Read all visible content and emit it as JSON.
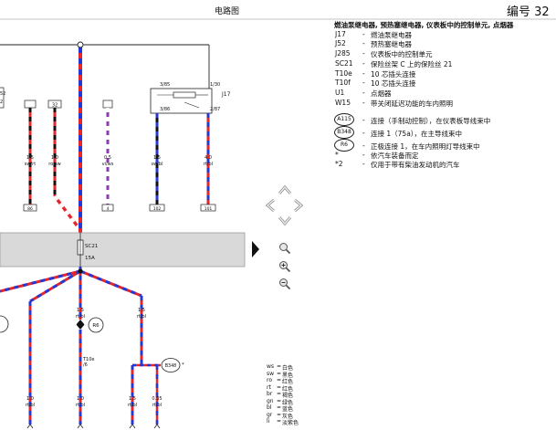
{
  "header": {
    "title": "电路图",
    "code": "编号 32"
  },
  "colors": {
    "rt": "#e3262b",
    "ro": "#e3262b",
    "bl": "#2438d6",
    "sw": "#111111",
    "ws": "#ffffff",
    "vi": "#8a3db0",
    "fuse_band": "#d9d9d9",
    "control": "#9a9a9a"
  },
  "diagram": {
    "left_labels": [
      "52",
      "2"
    ],
    "relay": {
      "name": "J17",
      "pin_85": "3/85",
      "pin_30": "1/30",
      "pin_86": "3/86",
      "pin_87": "2/87"
    },
    "top_terminal": "32",
    "upper_wires": [
      {
        "size": "1.5",
        "color": "sw/rt"
      },
      {
        "size": "1.0",
        "color": "ro/sw"
      },
      {
        "size": "0.5",
        "color": "vi/ws"
      },
      {
        "size": "1.5",
        "color": "sw/bl"
      },
      {
        "size": "4.0",
        "color": "rt/bl"
      }
    ],
    "bottom_terminals": [
      "86",
      "4",
      "102",
      "101"
    ],
    "fuse": {
      "name": "SC21",
      "rating": "15A"
    },
    "middle_wires": [
      {
        "size": "1.5",
        "color": "rt/bl"
      },
      {
        "size": "1.5",
        "color": "rt/bl"
      }
    ],
    "r6": "R6",
    "t10e": {
      "name": "T10e",
      "pin": "/6"
    },
    "b348": {
      "name": "B348",
      "note": "*"
    },
    "lower_wires": [
      {
        "size": "1.0",
        "color": "rt/bl"
      },
      {
        "size": "1.0",
        "color": "rt/bl"
      },
      {
        "size": "1.5",
        "color": "rt/bl"
      },
      {
        "size": "0.35",
        "color": "rt/bl"
      }
    ]
  },
  "components": {
    "title": "燃油泵继电器, 预热塞继电器, 仪表板中的控制单元, 点烟器",
    "items": [
      {
        "code": "J17",
        "sep": "-",
        "desc": "燃油泵继电器"
      },
      {
        "code": "J52",
        "sep": "-",
        "desc": "预热塞继电器"
      },
      {
        "code": "J285",
        "sep": "-",
        "desc": "仪表板中的控制单元"
      },
      {
        "code": "SC21",
        "sep": "-",
        "desc": "保险丝架 C 上的保险丝 21"
      },
      {
        "code": "T10e",
        "sep": "-",
        "desc": "10 芯插头连接"
      },
      {
        "code": "T10f",
        "sep": "-",
        "desc": "10 芯插头连接"
      },
      {
        "code": "U1",
        "sep": "-",
        "desc": "点烟器"
      },
      {
        "code": "W15",
        "sep": "-",
        "desc": "带关闭延迟功能的车内照明"
      }
    ],
    "connections": [
      {
        "code": "A115",
        "sep": "-",
        "desc": "连接（手制动控制），在仪表板导线束中"
      },
      {
        "code": "B348",
        "sep": "-",
        "desc": "连接 1（75a），在主导线束中"
      },
      {
        "code": "R6",
        "sep": "-",
        "desc": "正极连接 1，在车内照明灯导线束中"
      }
    ],
    "notes": [
      {
        "code": "*",
        "sep": "-",
        "desc": "依汽车装备而定"
      },
      {
        "code": "*2",
        "sep": "-",
        "desc": "仅用于带有柴油发动机的汽车"
      }
    ]
  },
  "color_codes": [
    {
      "code": "ws",
      "sep": "=",
      "desc": "白色"
    },
    {
      "code": "sw",
      "sep": "=",
      "desc": "黑色"
    },
    {
      "code": "ro",
      "sep": "=",
      "desc": "红色"
    },
    {
      "code": "rt",
      "sep": "=",
      "desc": "红色"
    },
    {
      "code": "br",
      "sep": "=",
      "desc": "褐色"
    },
    {
      "code": "gn",
      "sep": "=",
      "desc": "绿色"
    },
    {
      "code": "bl",
      "sep": "=",
      "desc": "蓝色"
    },
    {
      "code": "gr",
      "sep": "=",
      "desc": "灰色"
    },
    {
      "code": "li",
      "sep": "=",
      "desc": "淡紫色"
    }
  ],
  "controls": {
    "pan_icons": [
      "pan-up-icon",
      "pan-left-icon",
      "pan-right-icon",
      "pan-down-icon"
    ],
    "zoom_icons": [
      "zoom-icon",
      "zoom-in-icon",
      "zoom-out-icon"
    ],
    "panel_toggle_icon": "triangle-right-icon"
  }
}
